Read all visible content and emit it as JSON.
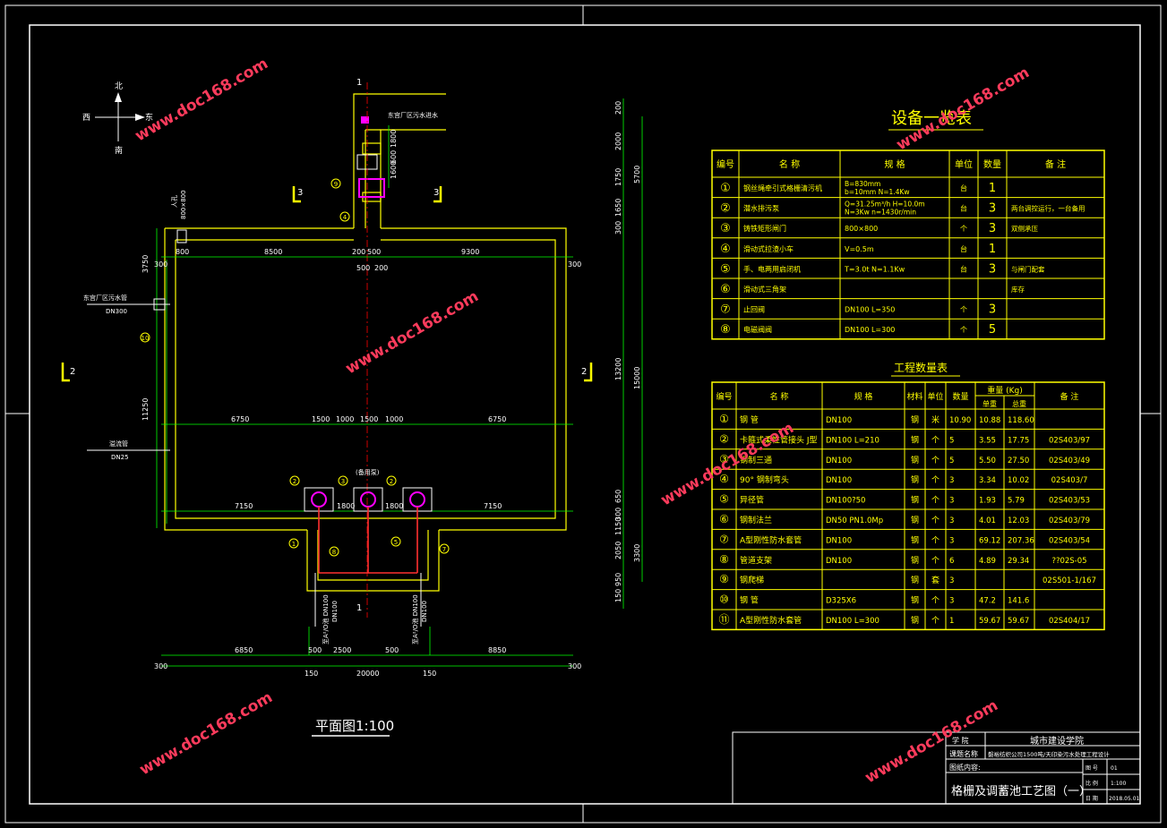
{
  "compass": {
    "north": "北",
    "south": "南",
    "west": "西",
    "east": "东"
  },
  "plan": {
    "caption": "平面图1:100",
    "dims_top": [
      "8500",
      "200",
      "500",
      "9300"
    ],
    "dims_top2": [
      "500",
      "200"
    ],
    "dims_edge": [
      "300",
      "800",
      "300"
    ],
    "dims_mid": [
      "6750",
      "1500",
      "1000",
      "1500",
      "1000",
      "6750"
    ],
    "dims_low": [
      "7150",
      "1800",
      "1800",
      "7150"
    ],
    "dims_bottom1": [
      "6850",
      "500",
      "2500",
      "500",
      "8850"
    ],
    "dims_bottom2": [
      "300",
      "150",
      "20000",
      "150",
      "300"
    ],
    "dims_left": [
      "3750",
      "11250"
    ],
    "dims_right_a": [
      "200",
      "2000",
      "1750",
      "300",
      "1650",
      "13200",
      "650",
      "300",
      "1150",
      "2050",
      "950",
      "150"
    ],
    "dims_right_b": [
      "5700",
      "15000",
      "3300"
    ],
    "dims_channel": [
      "1800",
      "600",
      "1600"
    ],
    "inlet_pipe": "DN300",
    "inlet_label": "东宫厂区污水管",
    "drain_pipe": "DN25",
    "drain_label": "溢流管",
    "outlet_pipe": "DN100",
    "top_inlet_label": "东宫厂区污水进水",
    "corner_label": "800×800",
    "corner_label2": "人孔",
    "pump_label": "(备用泵)",
    "section_marks": [
      "1",
      "1",
      "2",
      "2",
      "3",
      "3"
    ],
    "callouts": [
      "9",
      "4",
      "10",
      "2",
      "3",
      "2",
      "1",
      "8",
      "5",
      "7"
    ],
    "outlet_vlabel": "至A²/O池 DN100"
  },
  "equipment_table": {
    "title": "设备一览表",
    "headers": [
      "编号",
      "名 称",
      "规 格",
      "单位",
      "数量",
      "备 注"
    ],
    "rows": [
      [
        "①",
        "钢丝绳牵引式格栅清污机",
        "B=830mm b=10mm N=1.4Kw",
        "台",
        "1",
        ""
      ],
      [
        "②",
        "潜水排污泵",
        "Q=31.25m³/h H=10.0m N=3Kw n=1430r/min",
        "台",
        "3",
        "两台调控运行，一台备用"
      ],
      [
        "③",
        "铸铁矩形闸门",
        "800×800",
        "个",
        "3",
        "双侧承压"
      ],
      [
        "④",
        "滑动式拉渣小车",
        "V=0.5m",
        "台",
        "1",
        ""
      ],
      [
        "⑤",
        "手、电两用启闭机",
        "T=3.0t N=1.1Kw",
        "台",
        "3",
        "与闸门配套"
      ],
      [
        "⑥",
        "滑动式三角架",
        "",
        "",
        "",
        "库存"
      ],
      [
        "⑦",
        "止回阀",
        "DN100 L=350",
        "个",
        "3",
        ""
      ],
      [
        "⑧",
        "电磁阀阀",
        "DN100 L=300",
        "个",
        "5",
        ""
      ]
    ]
  },
  "quantity_table": {
    "title": "工程数量表",
    "headers": [
      "编号",
      "名 称",
      "规 格",
      "材料",
      "单位",
      "数量",
      "重量 (Kg)",
      "备 注"
    ],
    "subheaders": [
      "单重",
      "总重"
    ],
    "rows": [
      [
        "①",
        "钢 管",
        "DN100",
        "钢",
        "米",
        "10.90",
        "10.88",
        "118.60",
        ""
      ],
      [
        "②",
        "卡箍式柔性管接头 J型",
        "DN100 L=210",
        "钢",
        "个",
        "5",
        "3.55",
        "17.75",
        "02S403/97"
      ],
      [
        "③",
        "钢制三通",
        "DN100",
        "钢",
        "个",
        "5",
        "5.50",
        "27.50",
        "02S403/49"
      ],
      [
        "④",
        "90° 钢制弯头",
        "DN100",
        "钢",
        "个",
        "3",
        "3.34",
        "10.02",
        "02S403/7"
      ],
      [
        "⑤",
        "异径管",
        "DN100?50",
        "钢",
        "个",
        "3",
        "1.93",
        "5.79",
        "02S403/53"
      ],
      [
        "⑥",
        "钢制法兰",
        "DN50 PN1.0Mp",
        "钢",
        "个",
        "3",
        "4.01",
        "12.03",
        "02S403/79"
      ],
      [
        "⑦",
        "A型刚性防水套管",
        "DN100",
        "钢",
        "个",
        "3",
        "69.12",
        "207.36",
        "02S403/54"
      ],
      [
        "⑧",
        "管道支架",
        "DN100",
        "钢",
        "个",
        "6",
        "4.89",
        "29.34",
        "??02S-05"
      ],
      [
        "⑨",
        "钢爬梯",
        "",
        "钢",
        "套",
        "3",
        "",
        "",
        "02S501-1/167"
      ],
      [
        "⑩",
        "钢 管",
        "D325X6",
        "钢",
        "个",
        "3",
        "47.2",
        "141.6",
        ""
      ],
      [
        "⑪",
        "A型刚性防水套管",
        "DN100 L=300",
        "钢",
        "个",
        "1",
        "59.67",
        "59.67",
        "02S404/17"
      ]
    ]
  },
  "title_block": {
    "school_label": "学 院",
    "school": "城市建设学院",
    "project_label": "课题名称",
    "project": "磐裕纺织公司1500吨/天印染污水处理工程设计",
    "drawing_label": "图纸内容:",
    "drawing": "格栅及调蓄池工艺图（一）",
    "r1k": "图 号",
    "r1v": "01",
    "r2k": "比 例",
    "r2v": "1:100",
    "r3k": "日 期",
    "r3v": "2018.05.01"
  },
  "watermark": "www.doc168.com",
  "colors": {
    "line_yellow": "#ffff00",
    "line_green": "#00ff00",
    "line_white": "#ffffff",
    "line_red": "#ff0000",
    "watermark": "#ff3b5c",
    "pump": "#ff00ff"
  }
}
